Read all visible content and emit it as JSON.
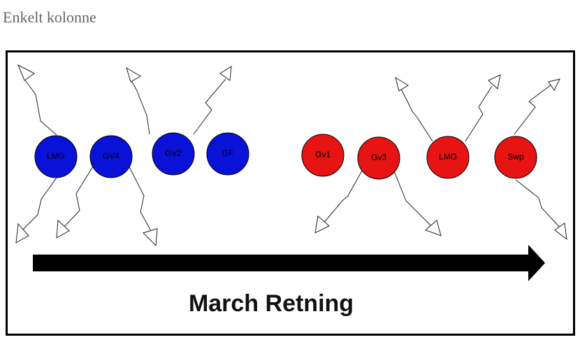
{
  "page": {
    "heading": "Enkelt kolonne"
  },
  "diagram": {
    "direction_label": "March Retning",
    "colors": {
      "team_left": "#0a12d8",
      "team_right": "#e81414",
      "arrow": "#000000",
      "movement_line": "#222222"
    },
    "blue_units": [
      {
        "label": "LMG"
      },
      {
        "label": "GV4"
      },
      {
        "label": "GV2"
      },
      {
        "label": "GF"
      }
    ],
    "red_units": [
      {
        "label": "Gv1"
      },
      {
        "label": "Gv3"
      },
      {
        "label": "LMG"
      },
      {
        "label": "Swp"
      }
    ]
  }
}
